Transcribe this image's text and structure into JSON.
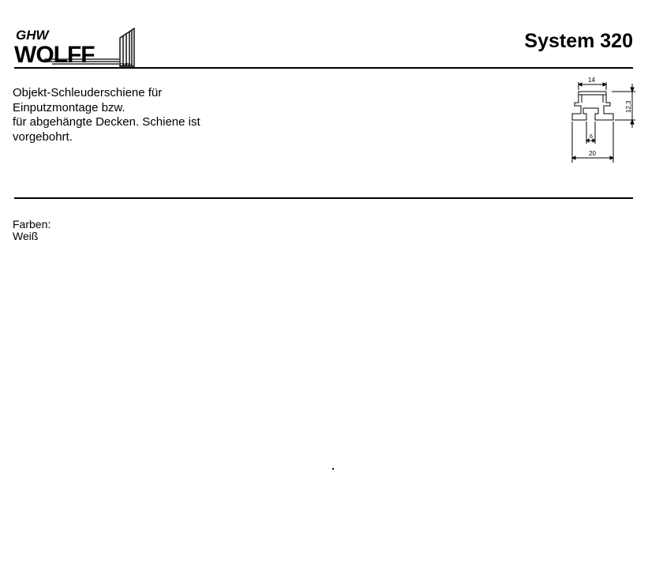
{
  "header": {
    "logo": {
      "brand_top": "GHW",
      "brand_main": "WOLFF",
      "brand_suffix": "GMBH"
    },
    "title": "System 320"
  },
  "description": {
    "lines": [
      "Objekt-Schleuderschiene für",
      "Einputzmontage bzw.",
      "für abgehängte Decken. Schiene ist",
      "vorgebohrt."
    ]
  },
  "drawing": {
    "dimensions": {
      "top_width": "14",
      "height": "12,3",
      "inner_gap": "6",
      "bottom_width": "20"
    }
  },
  "colors": {
    "label": "Farben:",
    "value": "Weiß"
  }
}
